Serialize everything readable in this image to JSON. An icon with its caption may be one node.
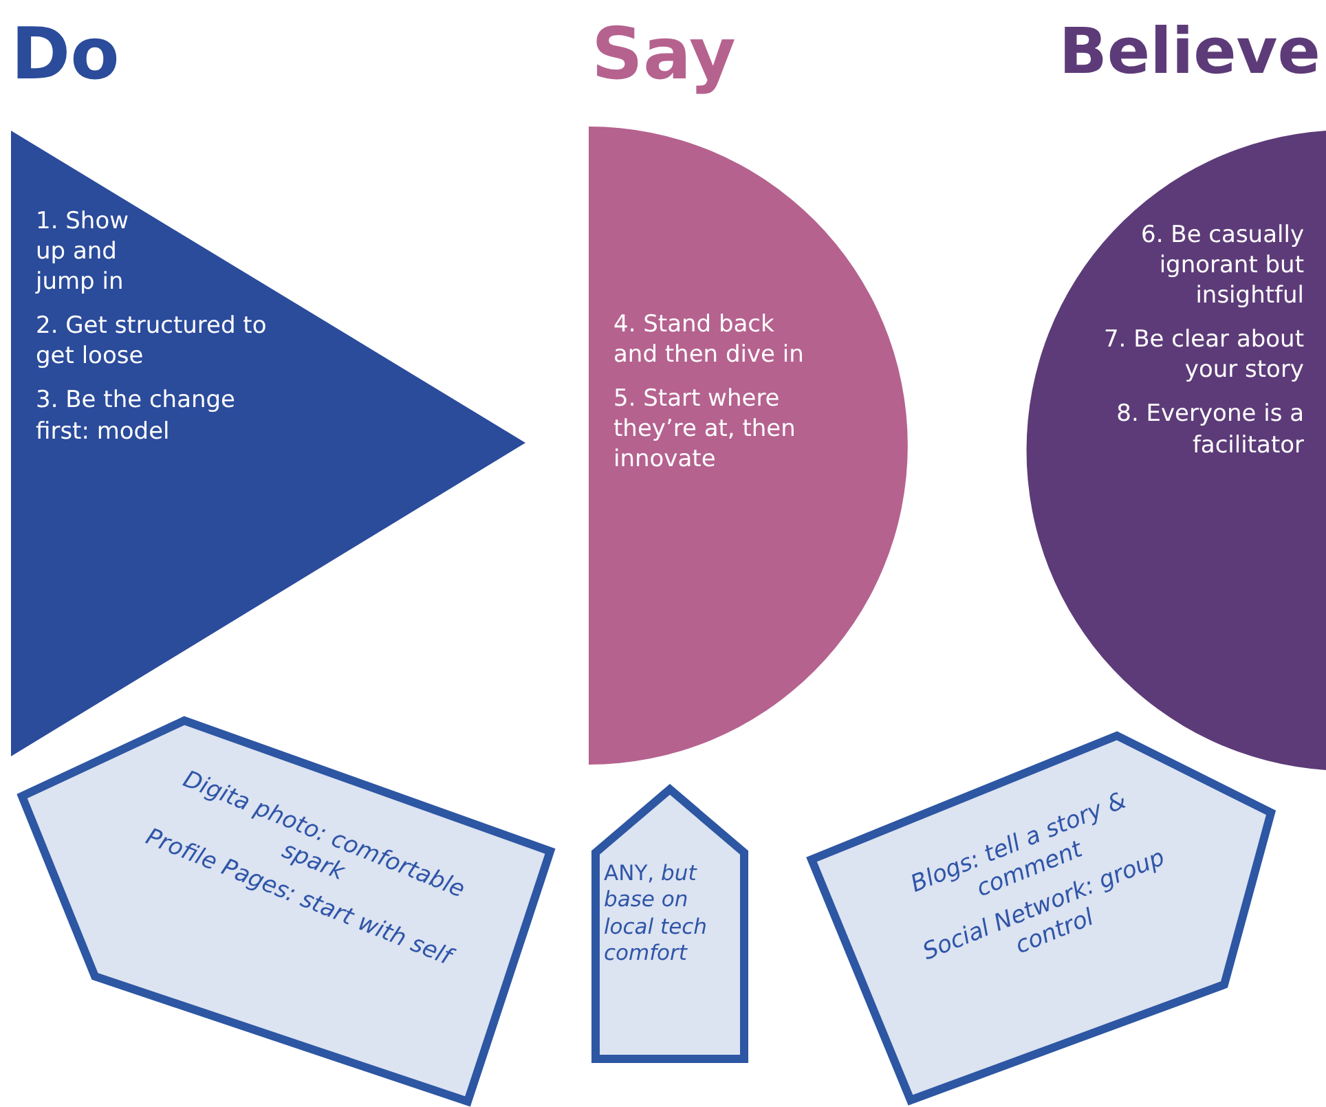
{
  "diagram": {
    "nodes": [
      {
        "text": [
          "Do",
          "1. Show up and jump in",
          "2. Get structured to get loose",
          "3. Be the change first: model"
        ]
      },
      {
        "text": [
          "Say",
          "4. Stand back and then dive in",
          "5. Start where they’re at, then innovate"
        ]
      },
      {
        "text": [
          "Believe",
          "6. Be casually ignorant but insightful",
          "7. Be clear about your story",
          "8. Everyone is a facilitator"
        ]
      },
      {
        "text": [
          "Digita photo: comfortable spark",
          "Profile Pages: start with self"
        ]
      },
      {
        "text": [
          "ANY, *but base on local tech comfort*"
        ]
      },
      {
        "text": [
          "Blogs: tell a story & comment",
          "Social Network: group control"
        ]
      }
    ]
  }
}
